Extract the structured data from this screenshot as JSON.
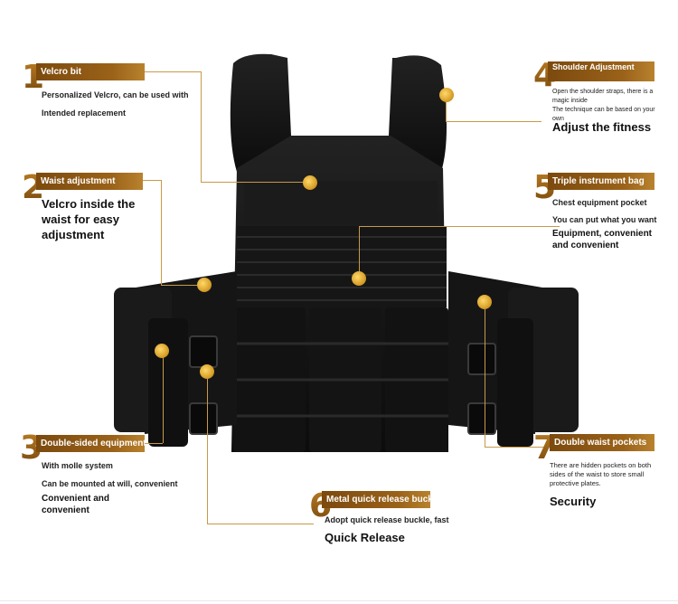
{
  "callouts": {
    "c1": {
      "number": "1",
      "title": "Velcro bit",
      "line1": "Personalized Velcro, can be used with",
      "line2": "Intended replacement"
    },
    "c2": {
      "number": "2",
      "title": "Waist adjustment",
      "body": "Velcro inside the waist for easy adjustment"
    },
    "c3": {
      "number": "3",
      "title": "Double-sided equipment bag",
      "line1": "With molle system",
      "line2": "Can be mounted at will, convenient",
      "body": "Convenient and convenient"
    },
    "c4": {
      "number": "4",
      "title": "Shoulder Adjustment",
      "small1": "Open the shoulder straps, there is a magic inside",
      "small2": "The technique can be based on your own",
      "body": "Adjust the fitness"
    },
    "c5": {
      "number": "5",
      "title": "Triple instrument bag",
      "line1": "Chest equipment pocket",
      "line2": "You can put what you want",
      "body": "Equipment, convenient and convenient"
    },
    "c6": {
      "number": "6",
      "title": "Metal quick release buckle",
      "line1": "Adopt quick release buckle, fast",
      "body": "Quick Release"
    },
    "c7": {
      "number": "7",
      "title": "Double waist pockets",
      "small1": "There are hidden pockets on both sides of the waist to store small protective plates.",
      "body": "Security"
    }
  },
  "colors": {
    "accent": "#9a6219",
    "leader_line": "#c79a4a",
    "dot": "#d8a12a",
    "vest": "#141414"
  }
}
